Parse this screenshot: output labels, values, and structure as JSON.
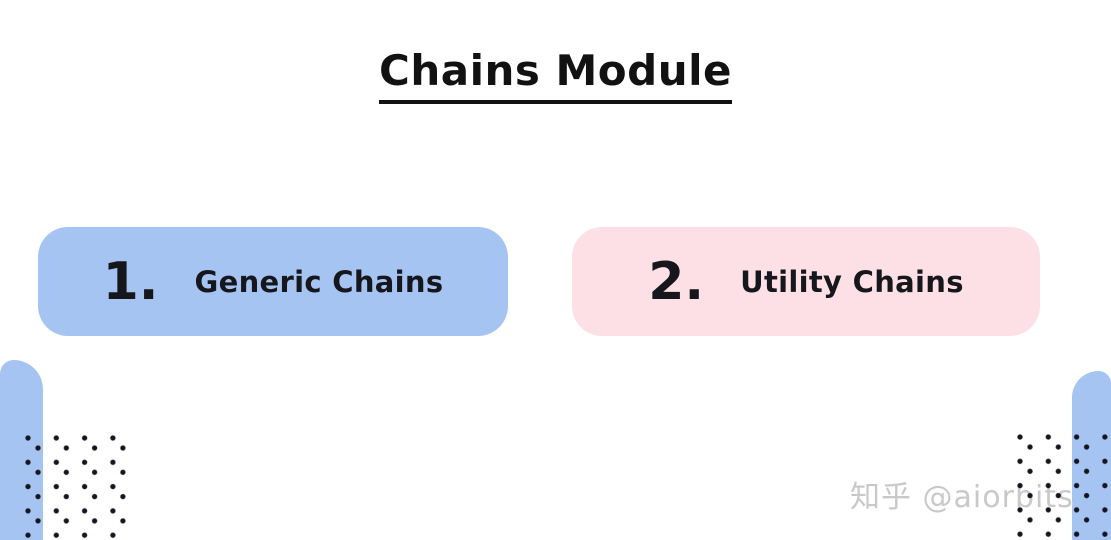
{
  "page": {
    "title": "Chains Module",
    "background_color": "#ffffff",
    "title_color": "#121212"
  },
  "cards": [
    {
      "number": "1.",
      "label": "Generic Chains",
      "fill_color": "#a5c4f2",
      "text_color": "#16161d"
    },
    {
      "number": "2.",
      "label": "Utility Chains",
      "fill_color": "#fde0e6",
      "text_color": "#16161d"
    }
  ],
  "decor": {
    "corner_shape_color": "#a5c4f2",
    "dot_color": "#15151f"
  },
  "watermark": {
    "text": "知乎 @aiorbits",
    "color": "#c9c9c9"
  }
}
